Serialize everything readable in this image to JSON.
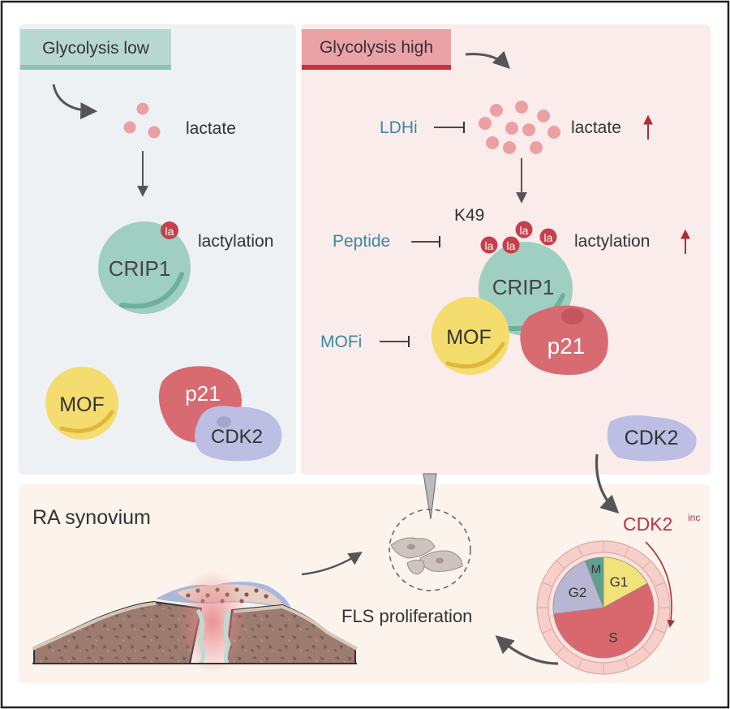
{
  "panel_low": {
    "header": "Glycolysis low",
    "lactate": "lactate",
    "la": "la",
    "lactylation": "lactylation",
    "crip1": "CRIP1",
    "mof": "MOF",
    "p21": "p21",
    "cdk2": "CDK2"
  },
  "panel_high": {
    "header": "Glycolysis high",
    "ldhi": "LDHi",
    "lactate": "lactate",
    "k49": "K49",
    "peptide": "Peptide",
    "la": "la",
    "lactylation": "lactylation",
    "crip1": "CRIP1",
    "mofi": "MOFi",
    "mof": "MOF",
    "p21": "p21",
    "cdk2": "CDK2"
  },
  "bottom": {
    "ra_synovium": "RA synovium",
    "fls_proliferation": "FLS proliferation",
    "cdk2_inc": "CDK2",
    "inc": "inc"
  },
  "cell_cycle": {
    "phases": [
      {
        "name": "G1",
        "fraction": 0.17,
        "color": "#f2e27a"
      },
      {
        "name": "S",
        "fraction": 0.56,
        "color": "#d9686e"
      },
      {
        "name": "G2",
        "fraction": 0.21,
        "color": "#b9b6d3"
      },
      {
        "name": "M",
        "fraction": 0.06,
        "color": "#5f9f8f"
      }
    ]
  },
  "colors": {
    "low_bg": "#edf1f4",
    "high_bg": "#faeceb",
    "bottom_bg": "#fbf3ec",
    "low_header": "#a7cfc6",
    "high_header": "#e7a0a3",
    "teal_text": "#3c879f",
    "red_accent": "#b8363f",
    "crip1": "#9fcfc1",
    "mof": "#f4dc6e",
    "p21": "#d86a72",
    "cdk2": "#bcbee3",
    "lactate_dot": "#eba0a3"
  }
}
